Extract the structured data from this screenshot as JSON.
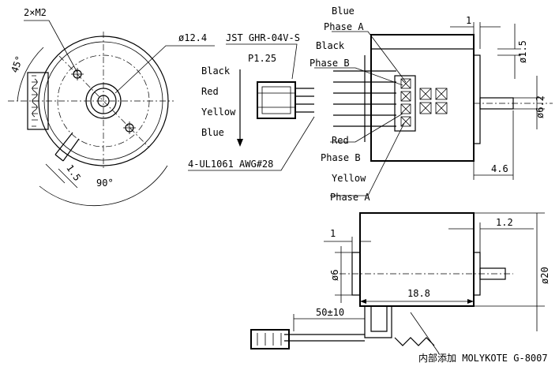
{
  "front_view": {
    "screw_label": "2×M2",
    "angle_top": "45°",
    "angle_bottom": "90°",
    "dim_diag": "1.5",
    "dim_shaft_dia": "ø12.4"
  },
  "connector": {
    "type_label": "JST GHR-04V-S",
    "pitch_label": "P1.25",
    "wire_colors": [
      "Black",
      "Red",
      "Yellow",
      "Blue"
    ],
    "cable_label": "4-UL1061 AWG#28"
  },
  "side_view_top": {
    "blue_phase_a": [
      "Blue",
      "Phase A"
    ],
    "black_phase_b": [
      "Black",
      "Phase B"
    ],
    "red_phase_b": [
      "Red",
      "Phase B"
    ],
    "yellow_phase_a": [
      "Yellow",
      "Phase A"
    ],
    "dim_1": "1",
    "dim_1_5": "ø1.5",
    "dim_6_2": "ø6.2",
    "dim_4_6": "4.6"
  },
  "side_view_bottom": {
    "dim_1": "1",
    "dim_1_2": "1.2",
    "dim_6": "ø6",
    "dim_20": "ø20",
    "dim_18_8": "18.8",
    "dim_cable": "50±10",
    "note": "内部添加 MOLYKOTE G-8007"
  }
}
